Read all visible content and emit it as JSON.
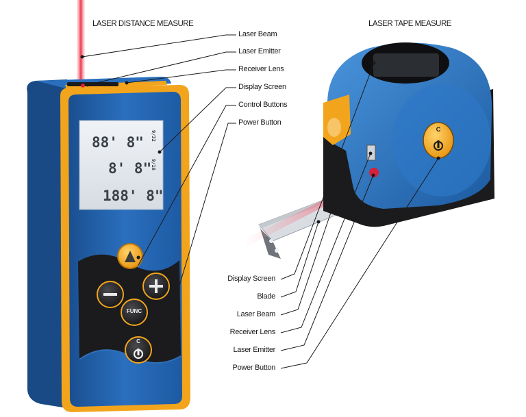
{
  "left_device": {
    "title": "LASER DISTANCE MEASURE",
    "labels": [
      "Laser Beam",
      "Laser Emitter",
      "Receiver Lens",
      "Display Screen",
      "Control Buttons",
      "Power Button"
    ],
    "display": {
      "line1": "88' 8\"",
      "line1_fraction": "9/32",
      "line2": "8' 8\"",
      "line2_fraction": "9/16",
      "line3": "188' 8\""
    },
    "buttons": {
      "up": "▲",
      "minus": "−",
      "plus": "+",
      "func": "FUNC",
      "power_top": "C",
      "power_symbol": "⏻"
    }
  },
  "right_device": {
    "title": "LASER TAPE MEASURE",
    "labels": [
      "Display Screen",
      "Blade",
      "Laser Beam",
      "Receiver Lens",
      "Laser Emitter",
      "Power Button"
    ],
    "power_top": "C",
    "power_symbol": "⏻"
  },
  "colors": {
    "body_blue": "#1f5fa8",
    "body_blue_light": "#3b86d1",
    "accent_orange": "#f2a51c",
    "lcd_bg": "#e4e8ec",
    "laser_red": "#e8384f",
    "keypad_black": "#1b1b1d"
  }
}
